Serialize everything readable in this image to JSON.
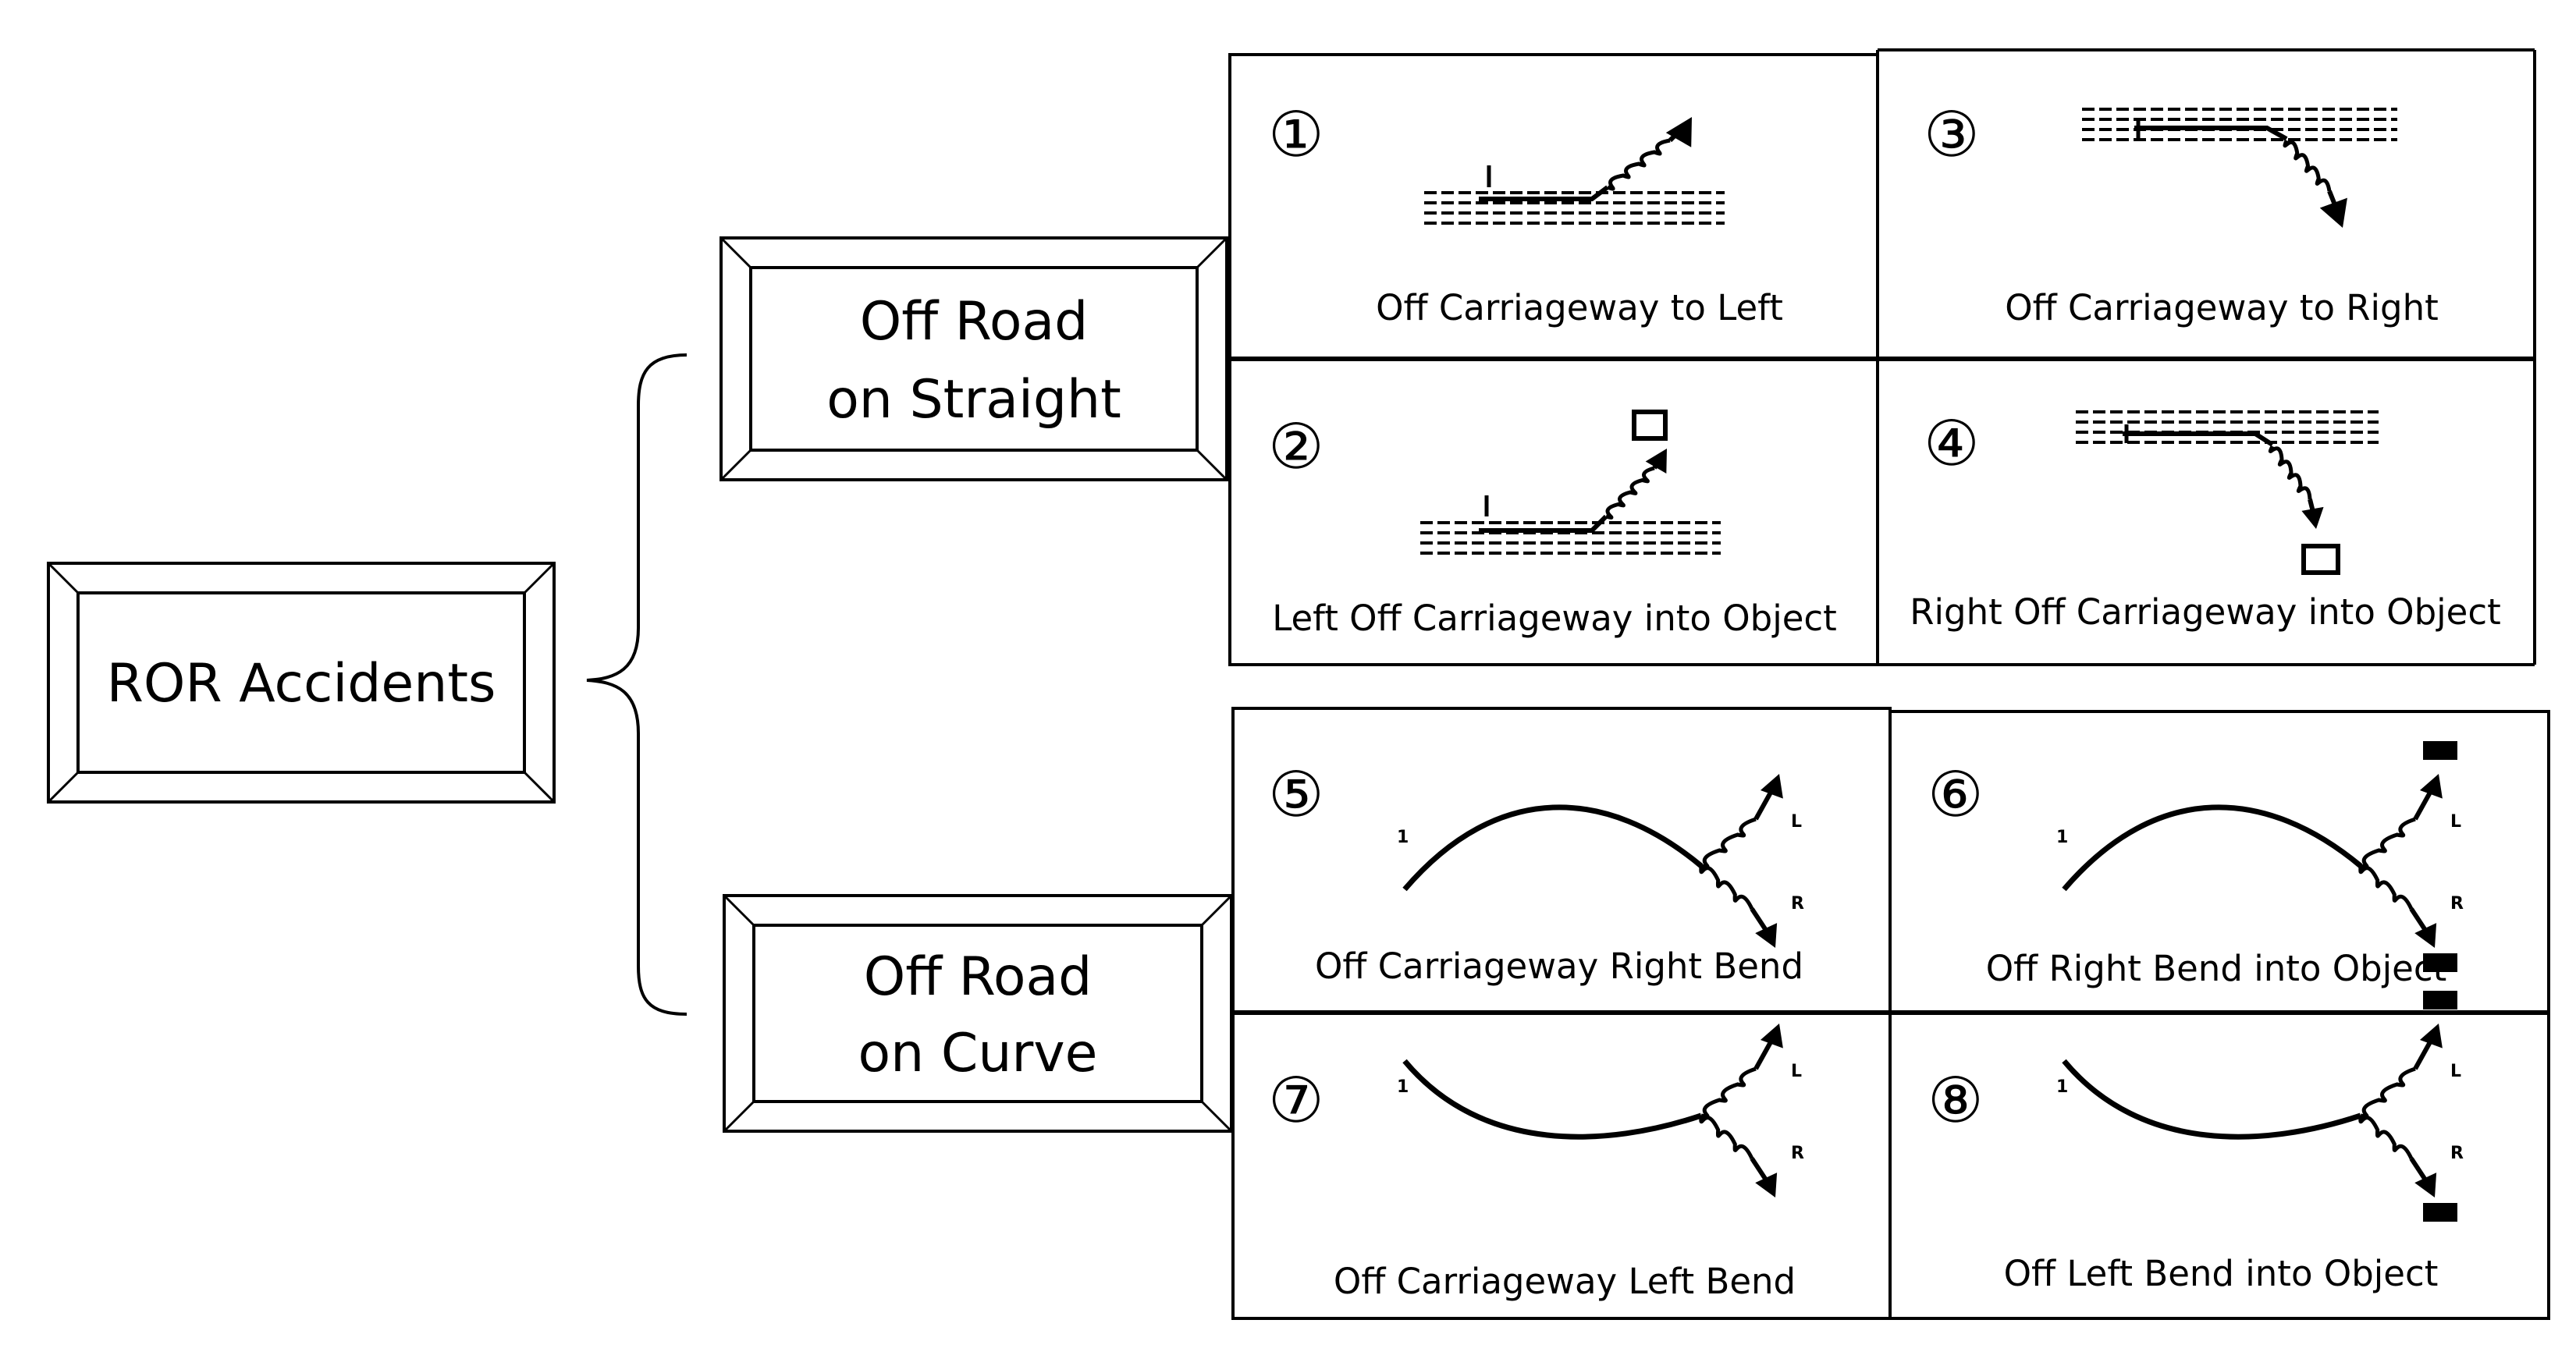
{
  "root": {
    "label": "ROR Accidents"
  },
  "branches": [
    {
      "id": "straight",
      "title_line1": "Off Road",
      "title_line2": "on Straight"
    },
    {
      "id": "curve",
      "title_line1": "Off Road",
      "title_line2": "on Curve"
    }
  ],
  "straight_cells": [
    {
      "number": "①",
      "caption": "Off Carriageway to Left"
    },
    {
      "number": "③",
      "caption": "Off Carriageway to Right"
    },
    {
      "number": "②",
      "caption": "Left Off Carriageway into Object"
    },
    {
      "number": "④",
      "caption": "Right Off Carriageway into Object"
    }
  ],
  "curve_cells": [
    {
      "number": "⑤",
      "caption": "Off Carriageway Right Bend"
    },
    {
      "number": "⑥",
      "caption": "Off Right Bend into Object"
    },
    {
      "number": "⑦",
      "caption": "Off Carriageway Left Bend"
    },
    {
      "number": "⑧",
      "caption": "Off Left Bend into Object"
    }
  ],
  "curve_labels": {
    "start": "1",
    "left": "L",
    "right": "R"
  }
}
